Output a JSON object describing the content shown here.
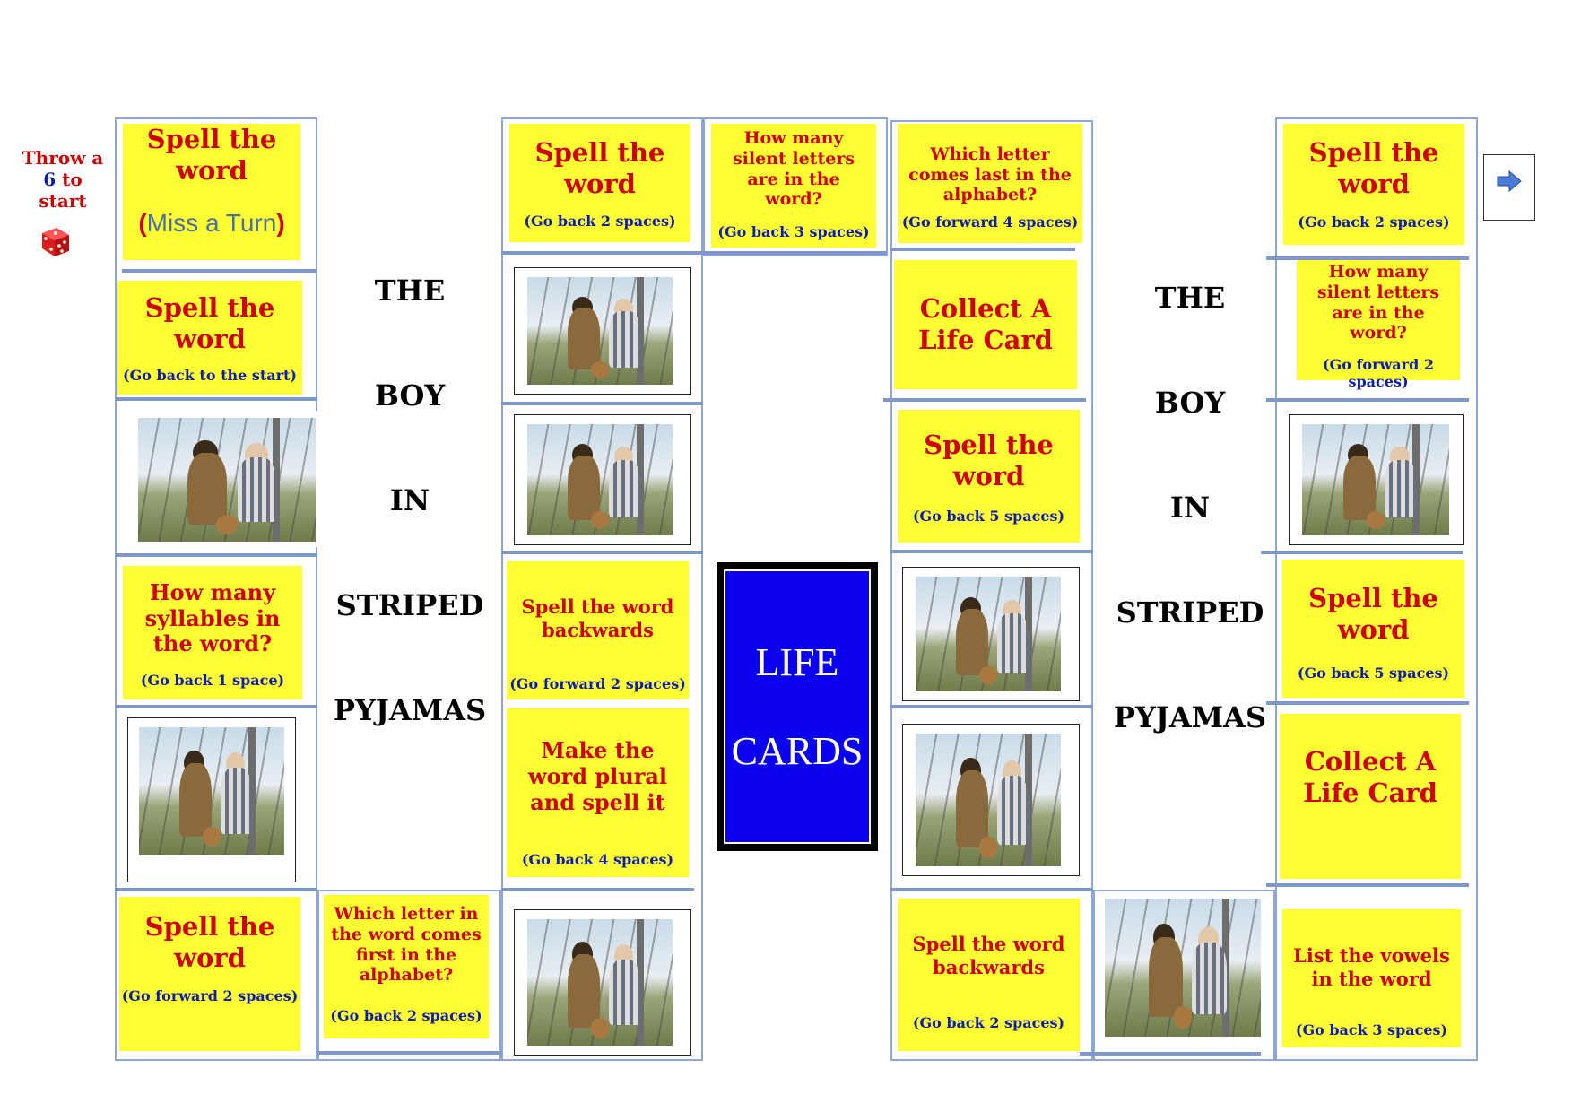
{
  "start": {
    "line1": "Throw a",
    "num": "6",
    "line2": "to",
    "line3": "start"
  },
  "titles": {
    "w1": "THE",
    "w2": "BOY",
    "w3": "IN",
    "w4": "STRIPED",
    "w5": "PYJAMAS"
  },
  "life_cards": {
    "line1": "LIFE",
    "line2": "CARDS"
  },
  "cards": {
    "c1": {
      "text": "Spell the word",
      "sub1": "(",
      "sub2": "Miss a Turn",
      "sub3": ")"
    },
    "c2": {
      "text": "Spell the word",
      "sub": "(Go back to the start)"
    },
    "c3": {
      "text": "How many syllables in the word?",
      "sub": "(Go back 1 space)"
    },
    "c4": {
      "text": "Spell the word",
      "sub": "(Go forward 2 spaces)"
    },
    "c5": {
      "text": "Which letter in the word comes first in the alphabet?",
      "sub": "(Go back 2 spaces)"
    },
    "c6": {
      "text": "Spell the word",
      "sub": "(Go back 2 spaces)"
    },
    "c7": {
      "text": "How many silent letters are in the word?",
      "sub": "(Go back 3 spaces)"
    },
    "c8": {
      "text": "Spell the word backwards",
      "sub": "(Go forward 2 spaces)"
    },
    "c9": {
      "text": "Make the word plural and spell it",
      "sub": "(Go back 4 spaces)"
    },
    "c10": {
      "text": "Which letter comes last in the alphabet?",
      "sub": "(Go forward 4 spaces)"
    },
    "c11": {
      "text": "Collect A Life Card",
      "sub": ""
    },
    "c12": {
      "text": "Spell the word",
      "sub": "(Go back 5 spaces)"
    },
    "c13": {
      "text": "Spell the word backwards",
      "sub": "(Go back 2 spaces)"
    },
    "c14": {
      "text": "Spell the word",
      "sub": "(Go back 2 spaces)"
    },
    "c15": {
      "text": "How many silent letters are in the word?",
      "sub": "(Go forward 2 spaces)"
    },
    "c16": {
      "text": "Spell the word",
      "sub": "(Go back 5 spaces)"
    },
    "c17": {
      "text": "Collect A Life Card",
      "sub": ""
    },
    "c18": {
      "text": "List the vowels in the word",
      "sub": "(Go back 3 spaces)"
    }
  },
  "colors": {
    "card": "#ffff33",
    "card_text": "#cc0000",
    "sub_text": "#0d1ea8",
    "life_card": "#0a00ee",
    "miss_turn": "#4a6fa0"
  },
  "icons": {
    "dice": "dice-icon",
    "arrow": "right-arrow-icon"
  }
}
